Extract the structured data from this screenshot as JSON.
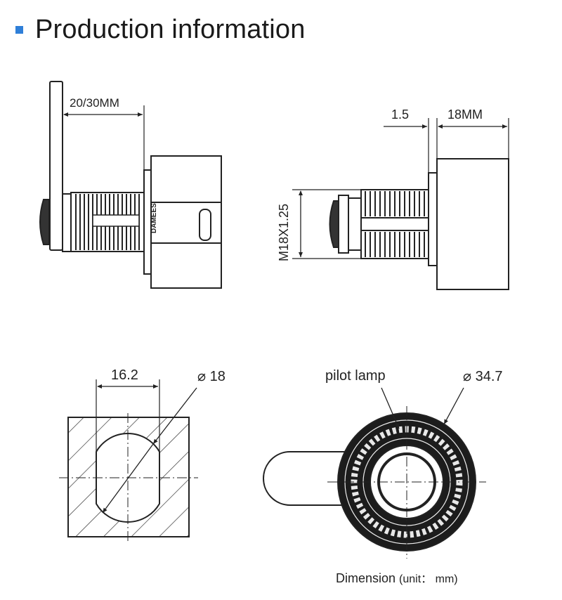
{
  "header": {
    "title": "Production information"
  },
  "colors": {
    "accent": "#2f7fd8",
    "line": "#222222"
  },
  "side_view": {
    "dim_label": "20/30MM",
    "body_text": "DAMEES"
  },
  "thread_view": {
    "dim_gap": "1.5",
    "dim_width": "18MM",
    "thread_label": "M18X1.25"
  },
  "cutout_view": {
    "flat_label": "16.2",
    "diameter_label": "⌀ 18"
  },
  "front_view": {
    "lamp_label": "pilot lamp",
    "diameter_label": "⌀ 34.7"
  },
  "footer": {
    "dimension_label": "Dimension",
    "unit_label": "(unit： mm)"
  }
}
